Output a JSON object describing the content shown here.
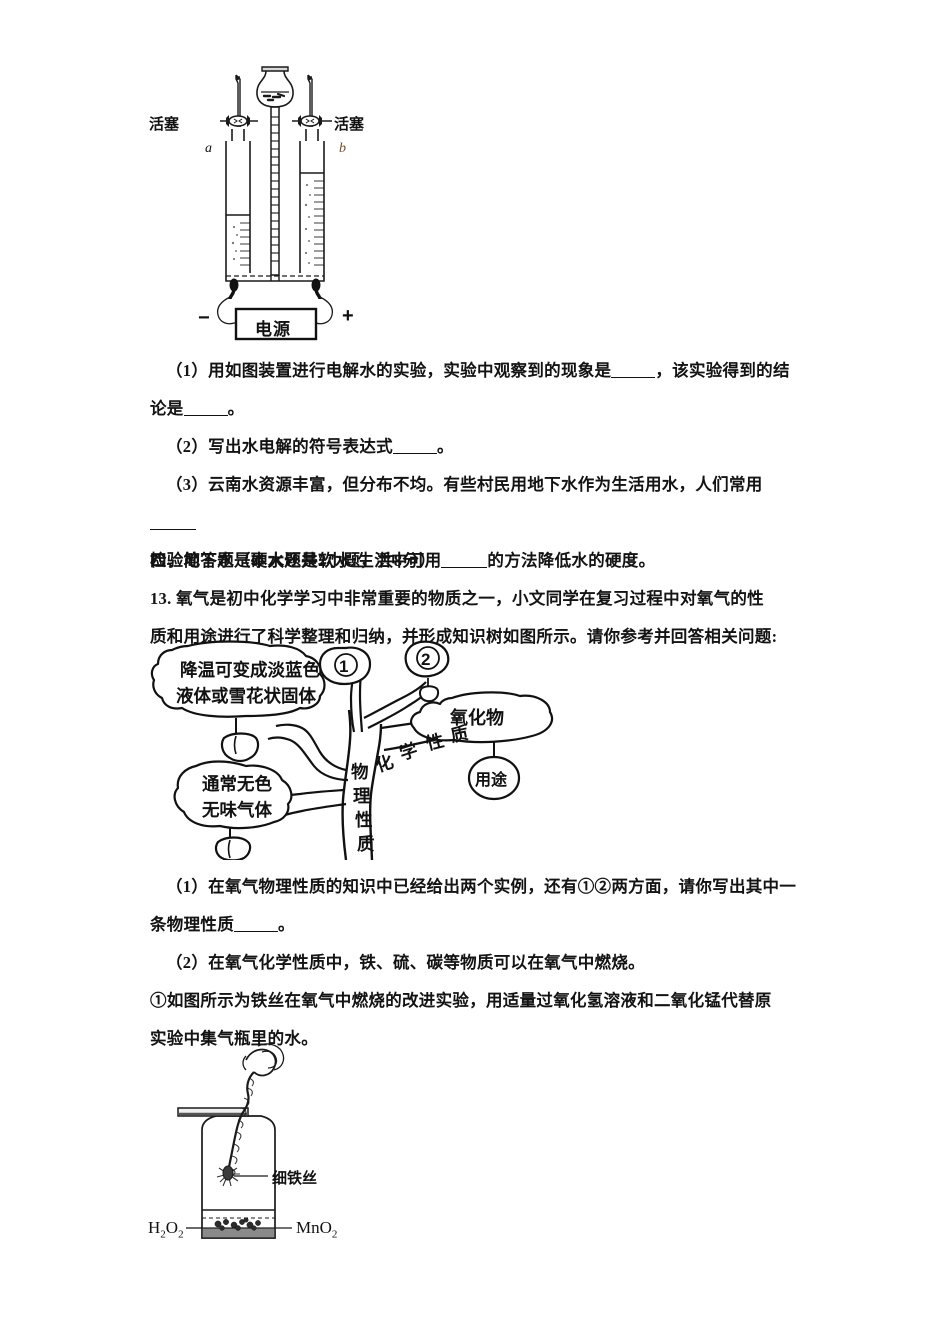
{
  "figure_electrolysis": {
    "name": "water-electrolysis-apparatus",
    "labels": {
      "stopcock_left": "活塞",
      "stopcock_right": "活塞",
      "tube_left": "a",
      "tube_right": "b",
      "power_supply": "电源",
      "terminal_negative": "−",
      "terminal_positive": "+"
    }
  },
  "question_12": {
    "items": [
      {
        "id": "q12-1",
        "prefix": "（1）",
        "segments": [
          "用如图装置进行电解水的实验，实验中观察到的现象是",
          "，该实验得到的结",
          "论是",
          "。"
        ]
      },
      {
        "id": "q12-2",
        "prefix": "（2）",
        "segments": [
          "写出水电解的符号表达式",
          "。"
        ]
      },
      {
        "id": "q12-3",
        "prefix": "（3）",
        "segments": [
          "云南水资源丰富，但分布不均。有些村民用地下水作为生活用水，人们常用",
          "检验地下水是硬水还是软水:生活中可用",
          "的方法降低水的硬度。"
        ]
      }
    ]
  },
  "section_header": {
    "title": "四、简答题（本大题共2小题，共8分）"
  },
  "question_13": {
    "number": "13.",
    "stem_line1": "氧气是初中化学学习中非常重要的物质之一，小文同学在复习过程中对氧气的性",
    "stem_line2": "质和用途进行了科学整理和归纳，并形成知识树如图所示。请你参考并回答相关问题:",
    "sub1_prefix": "（1）",
    "sub1_line1": "在氧气物理性质的知识中已经给出两个实例，还有①②两方面，请你写出其中一",
    "sub1_line2": "条物理性质",
    "sub1_end": "。",
    "sub2_prefix": "（2）",
    "sub2_text": "在氧气化学性质中，铁、硫、碳等物质可以在氧气中燃烧。",
    "item1_marker": "①",
    "item1_line1": "如图所示为铁丝在氧气中燃烧的改进实验，用适量过氧化氢溶液和二氧化锰代替原",
    "item1_line2": "实验中集气瓶里的水。"
  },
  "figure_tree": {
    "name": "oxygen-knowledge-tree",
    "nodes": {
      "physical_prop_example1": "降温可变成淡蓝色\n液体或雪花状固体",
      "physical_prop_example1_l1": "降温可变成淡蓝色",
      "physical_prop_example1_l2": "液体或雪花状固体",
      "physical_prop_example2_l1": "通常无色",
      "physical_prop_example2_l2": "无味气体",
      "blank_1": "①",
      "blank_2": "②",
      "trunk_physical": "物理性质",
      "branch_chemical": "化学性质",
      "oxide": "氧化物",
      "use": "用途"
    }
  },
  "figure_ironwire": {
    "name": "iron-wire-combustion-apparatus",
    "labels": {
      "iron_wire": "细铁丝",
      "reagent_left": "H2O2",
      "reagent_left_parts": {
        "pre": "H",
        "sub1": "2",
        "mid": "O",
        "sub2": "2"
      },
      "reagent_right": "MnO2",
      "reagent_right_parts": {
        "pre": "Mn",
        "mid": "O",
        "sub2": "2"
      }
    }
  },
  "colors": {
    "ink": "#121212",
    "paper": "#ffffff"
  }
}
